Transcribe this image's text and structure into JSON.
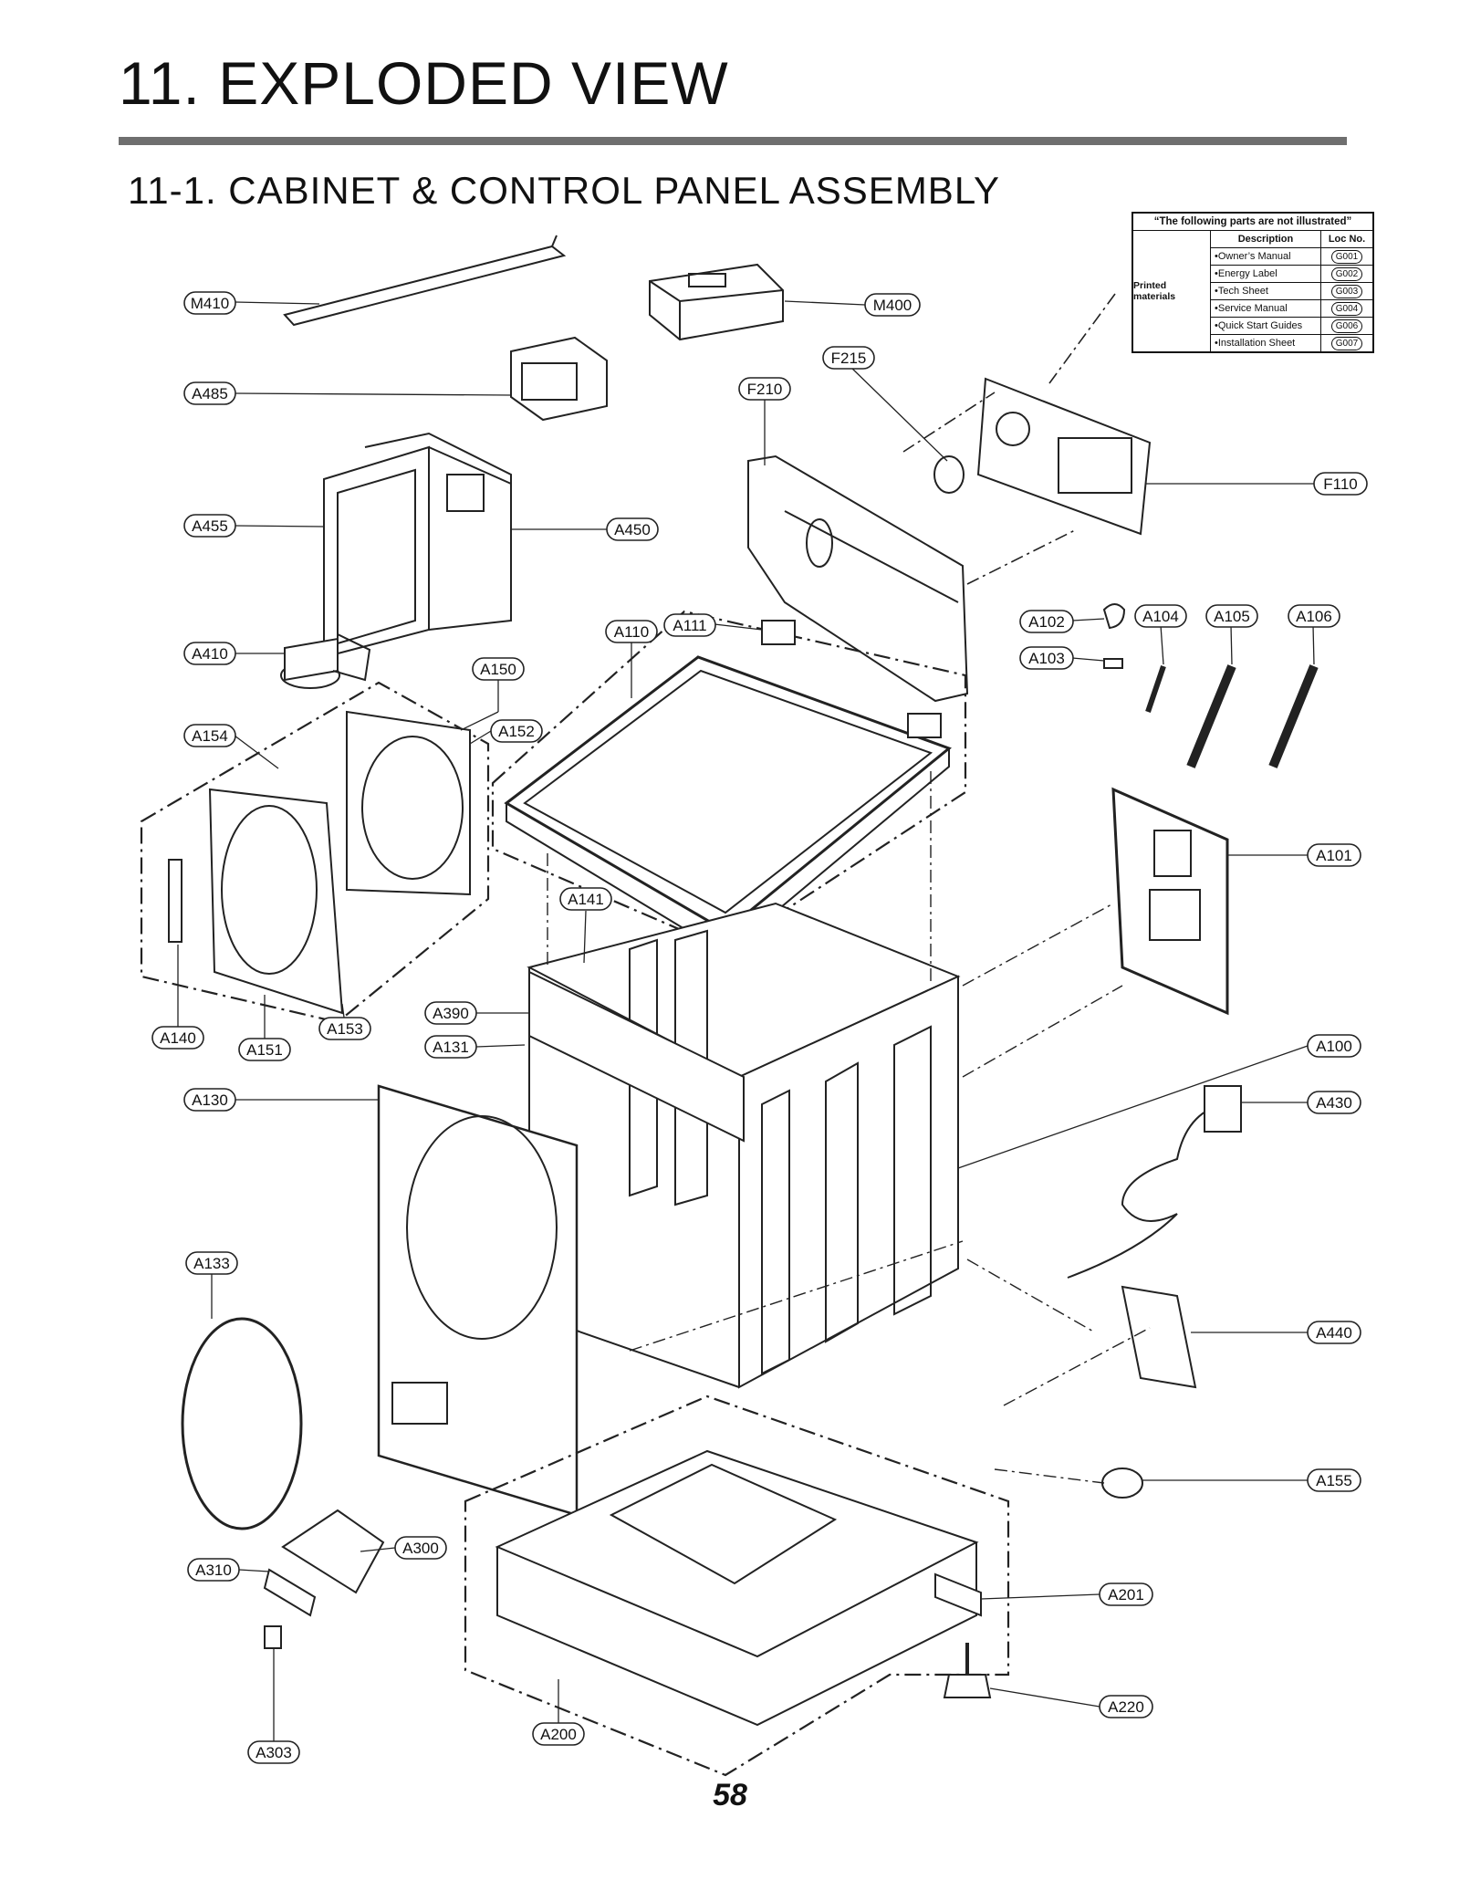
{
  "page": {
    "title": "11. EXPLODED VIEW",
    "subtitle": "11-1. CABINET & CONTROL PANEL ASSEMBLY",
    "page_number": "58"
  },
  "parts_table": {
    "heading": "“The following parts are not illustrated”",
    "col_description": "Description",
    "col_loc": "Loc No.",
    "group_label": "Printed materials",
    "rows": [
      {
        "desc": "•Owner’s Manual",
        "loc": "G001"
      },
      {
        "desc": "•Energy Label",
        "loc": "G002"
      },
      {
        "desc": "•Tech Sheet",
        "loc": "G003"
      },
      {
        "desc": "•Service Manual",
        "loc": "G004"
      },
      {
        "desc": "•Quick Start Guides",
        "loc": "G006"
      },
      {
        "desc": "•Installation Sheet",
        "loc": "G007"
      }
    ]
  },
  "callouts": {
    "M410": "M410",
    "M400": "M400",
    "A485": "A485",
    "F215": "F215",
    "F210": "F210",
    "F110": "F110",
    "A455": "A455",
    "A450": "A450",
    "A410": "A410",
    "A110": "A110",
    "A111": "A111",
    "A102": "A102",
    "A104": "A104",
    "A105": "A105",
    "A106": "A106",
    "A103": "A103",
    "A150": "A150",
    "A154": "A154",
    "A152": "A152",
    "A101": "A101",
    "A141": "A141",
    "A390": "A390",
    "A140": "A140",
    "A151": "A151",
    "A153": "A153",
    "A131": "A131",
    "A100": "A100",
    "A130": "A130",
    "A430": "A430",
    "A133": "A133",
    "A440": "A440",
    "A155": "A155",
    "A300": "A300",
    "A310": "A310",
    "A201": "A201",
    "A303": "A303",
    "A200": "A200",
    "A220": "A220"
  }
}
